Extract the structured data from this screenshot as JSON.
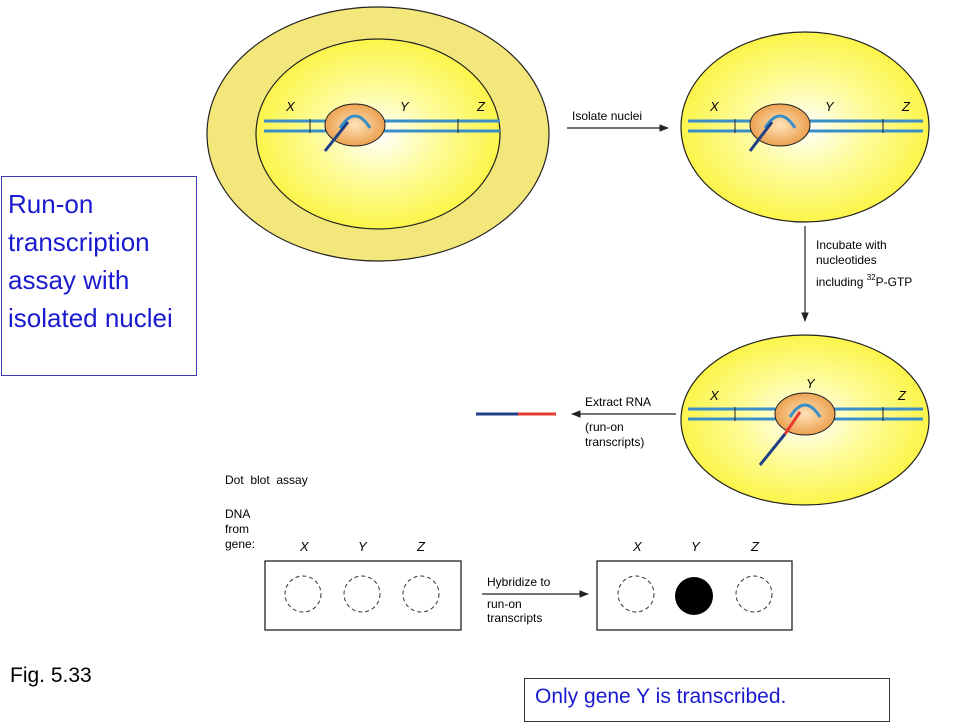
{
  "title_box": {
    "text": "Run-on transcription assay with isolated nuclei"
  },
  "figure_label": "Fig. 5.33",
  "note": "Only gene Y is transcribed.",
  "genes": {
    "x": "X",
    "y": "Y",
    "z": "Z"
  },
  "steps": {
    "isolate": "Isolate nuclei",
    "incubate_line1": "Incubate with",
    "incubate_line2": "nucleotides",
    "incubate_line3_prefix": "including ",
    "incubate_superscript": "32",
    "incubate_line3_suffix": "P-GTP",
    "extract_line1": "Extract RNA",
    "extract_line2": "(run-on",
    "extract_line3": "transcripts)",
    "dot_blot_title": "Dot  blot  assay",
    "dna_line1": "DNA",
    "dna_line2": "from",
    "dna_line3": "gene:",
    "hybridize_line1": "Hybridize to",
    "hybridize_line2": "run-on",
    "hybridize_line3": "transcripts"
  },
  "colors": {
    "cell_fill": "#f5e97a",
    "nucleus_fill": "#fdfa40",
    "dna": "#3a8fc9",
    "polymerase": "#e8a04a",
    "transcript": "#1f3f86",
    "labeled_rna": "#e63a2e",
    "title_text": "#1a1ad0"
  }
}
